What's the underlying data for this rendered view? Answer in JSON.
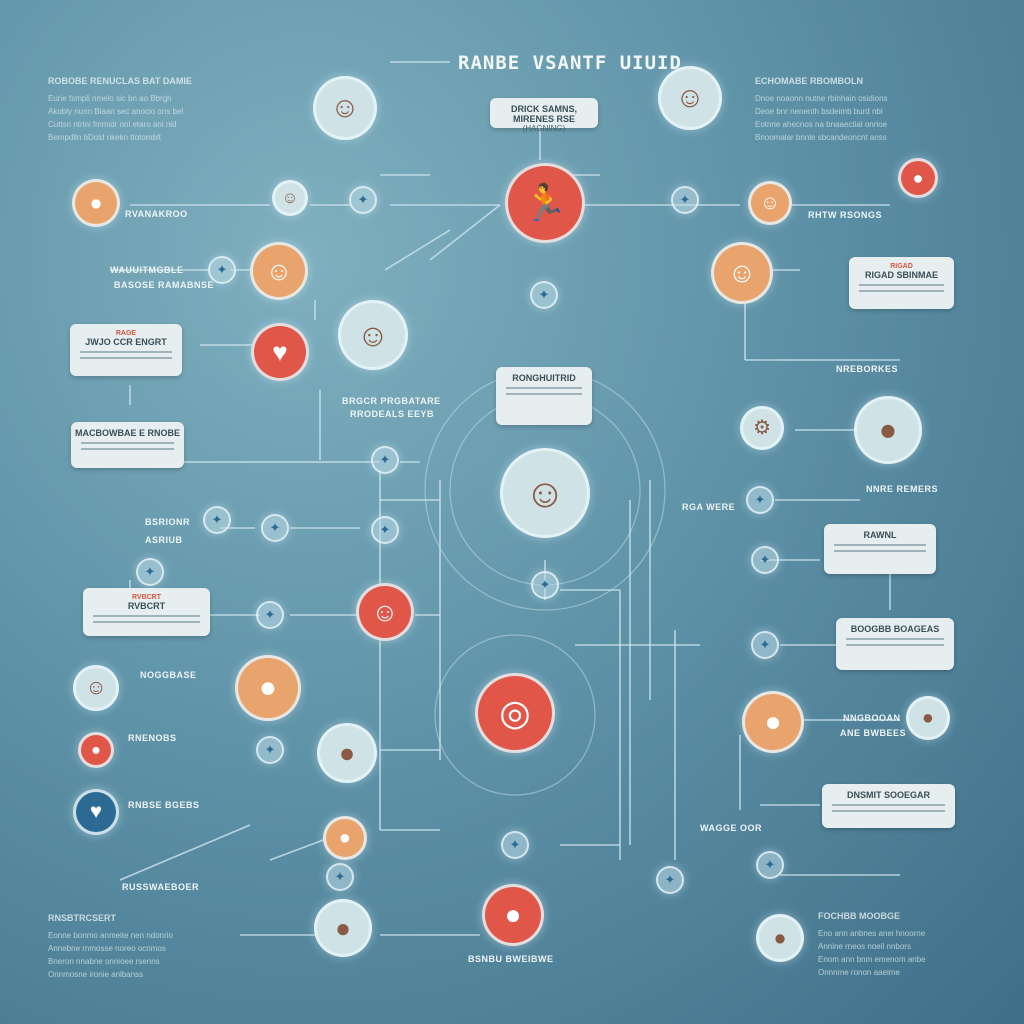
{
  "title": "RANBE VSANTF UIUID",
  "colors": {
    "accent_red": "#e0574a",
    "node_pale": "#cfe3e6",
    "node_orange": "#e9a46e",
    "background": "#5f93a8"
  },
  "paragraphs": [
    {
      "heading": "ROBOBE RENUCLAS BAT DAMIE",
      "lines": [
        "Eurie fsmpli nmelo sic bn ao Bbrgh",
        "Akobly nunn Biaan sec anocio ons bel",
        "Cuttsn ntrini fmmidr onl etaro ani nid",
        "Bempdlln bDold nkekn ttotomblt"
      ]
    },
    {
      "heading": "ECHOMABE RBOMBOLN",
      "lines": [
        "Dnoe noaonn nutne rbinhain osidions",
        "Deoe bnr nenenth bsdeimb burd nbl",
        "Eotnrie ahecnos na bnaaectial onrioe",
        "Bnoomalar bnnle sbcandeoncnt anss"
      ]
    },
    {
      "heading": "RNSBTRCSERT",
      "lines": [
        "Eonne bonmo anmeite nen ndonrio",
        "Annebne rnmosse noreo ocnmos",
        "Bneron nnabne onnioee rsenns",
        "Onnmosne ironie anlbanss"
      ]
    },
    {
      "heading": "FOCHBB MOOBGE",
      "lines": [
        "Eno ann anbnes anei hnoorne",
        "Annine rneos noeil nnbors",
        "Enom ann bnm emenom anbe",
        "Onnnme ronon aaeime"
      ]
    }
  ],
  "labels": [
    "RVANAKROO",
    "WAUUITMGBLE",
    "BASOSE RAMABNSE",
    "BRGCR PRGBATARE",
    "RRODEALS EEYB",
    "RHTW RSONGS",
    "NREBORKES",
    "NNRE REMERS",
    "RGA WERE",
    "BSRIONR",
    "ASRIUB",
    "NOGGBASE",
    "RNENOBS",
    "NNGBOOAN",
    "ANE BWBEES",
    "RNBSE BGEBS",
    "WAGGE OOR",
    "RUSSWAEBOER",
    "BSNBU BWEIBWE"
  ],
  "cards": [
    {
      "heading": "DRICK SAMNS, MIRENES RSE",
      "sub": "(HAGNING)",
      "tag": ""
    },
    {
      "heading": "JWJO CCR ENGRT",
      "sub": "",
      "tag": "RAGE"
    },
    {
      "heading": "MACBOWBAE E RNOBE",
      "sub": "",
      "tag": ""
    },
    {
      "heading": "RONGHUITRID",
      "sub": "",
      "tag": ""
    },
    {
      "heading": "RIGAD SBINMAE",
      "sub": "",
      "tag": "RIGAD"
    },
    {
      "heading": "RAWNL",
      "sub": "",
      "tag": ""
    },
    {
      "heading": "RVBCRT",
      "sub": "",
      "tag": "RVBCRT"
    },
    {
      "heading": "BOOGBB BOAGEAS",
      "sub": "",
      "tag": ""
    },
    {
      "heading": "DNSMIT SOOEGAR",
      "sub": "",
      "tag": ""
    }
  ],
  "nodes": [
    {
      "icon": "woman-avatar-icon"
    },
    {
      "icon": "man-avatar-icon"
    },
    {
      "icon": "running-person-icon"
    },
    {
      "icon": "man-glasses-avatar-icon"
    },
    {
      "icon": "doctor-avatar-icon"
    },
    {
      "icon": "spiral-icon"
    },
    {
      "icon": "brain-icon"
    },
    {
      "icon": "person-avatar-icon"
    },
    {
      "icon": "face-avatar-icon"
    },
    {
      "icon": "heart-icon"
    },
    {
      "icon": "boy-avatar-icon"
    },
    {
      "icon": "globe-icon"
    },
    {
      "icon": "woman-avatar-icon"
    },
    {
      "icon": "flask-icon"
    },
    {
      "icon": "gear-icon"
    },
    {
      "icon": "bag-icon"
    },
    {
      "icon": "tablet-icon"
    },
    {
      "icon": "boy-avatar-icon"
    },
    {
      "icon": "device-icon"
    },
    {
      "icon": "heart-icon"
    },
    {
      "icon": "woman-avatar-icon"
    },
    {
      "icon": "lightbulb-icon"
    },
    {
      "icon": "magnifier-icon"
    },
    {
      "icon": "sun-icon"
    },
    {
      "icon": "hand-icon"
    },
    {
      "icon": "plane-icon"
    },
    {
      "icon": "pin-icon"
    }
  ]
}
